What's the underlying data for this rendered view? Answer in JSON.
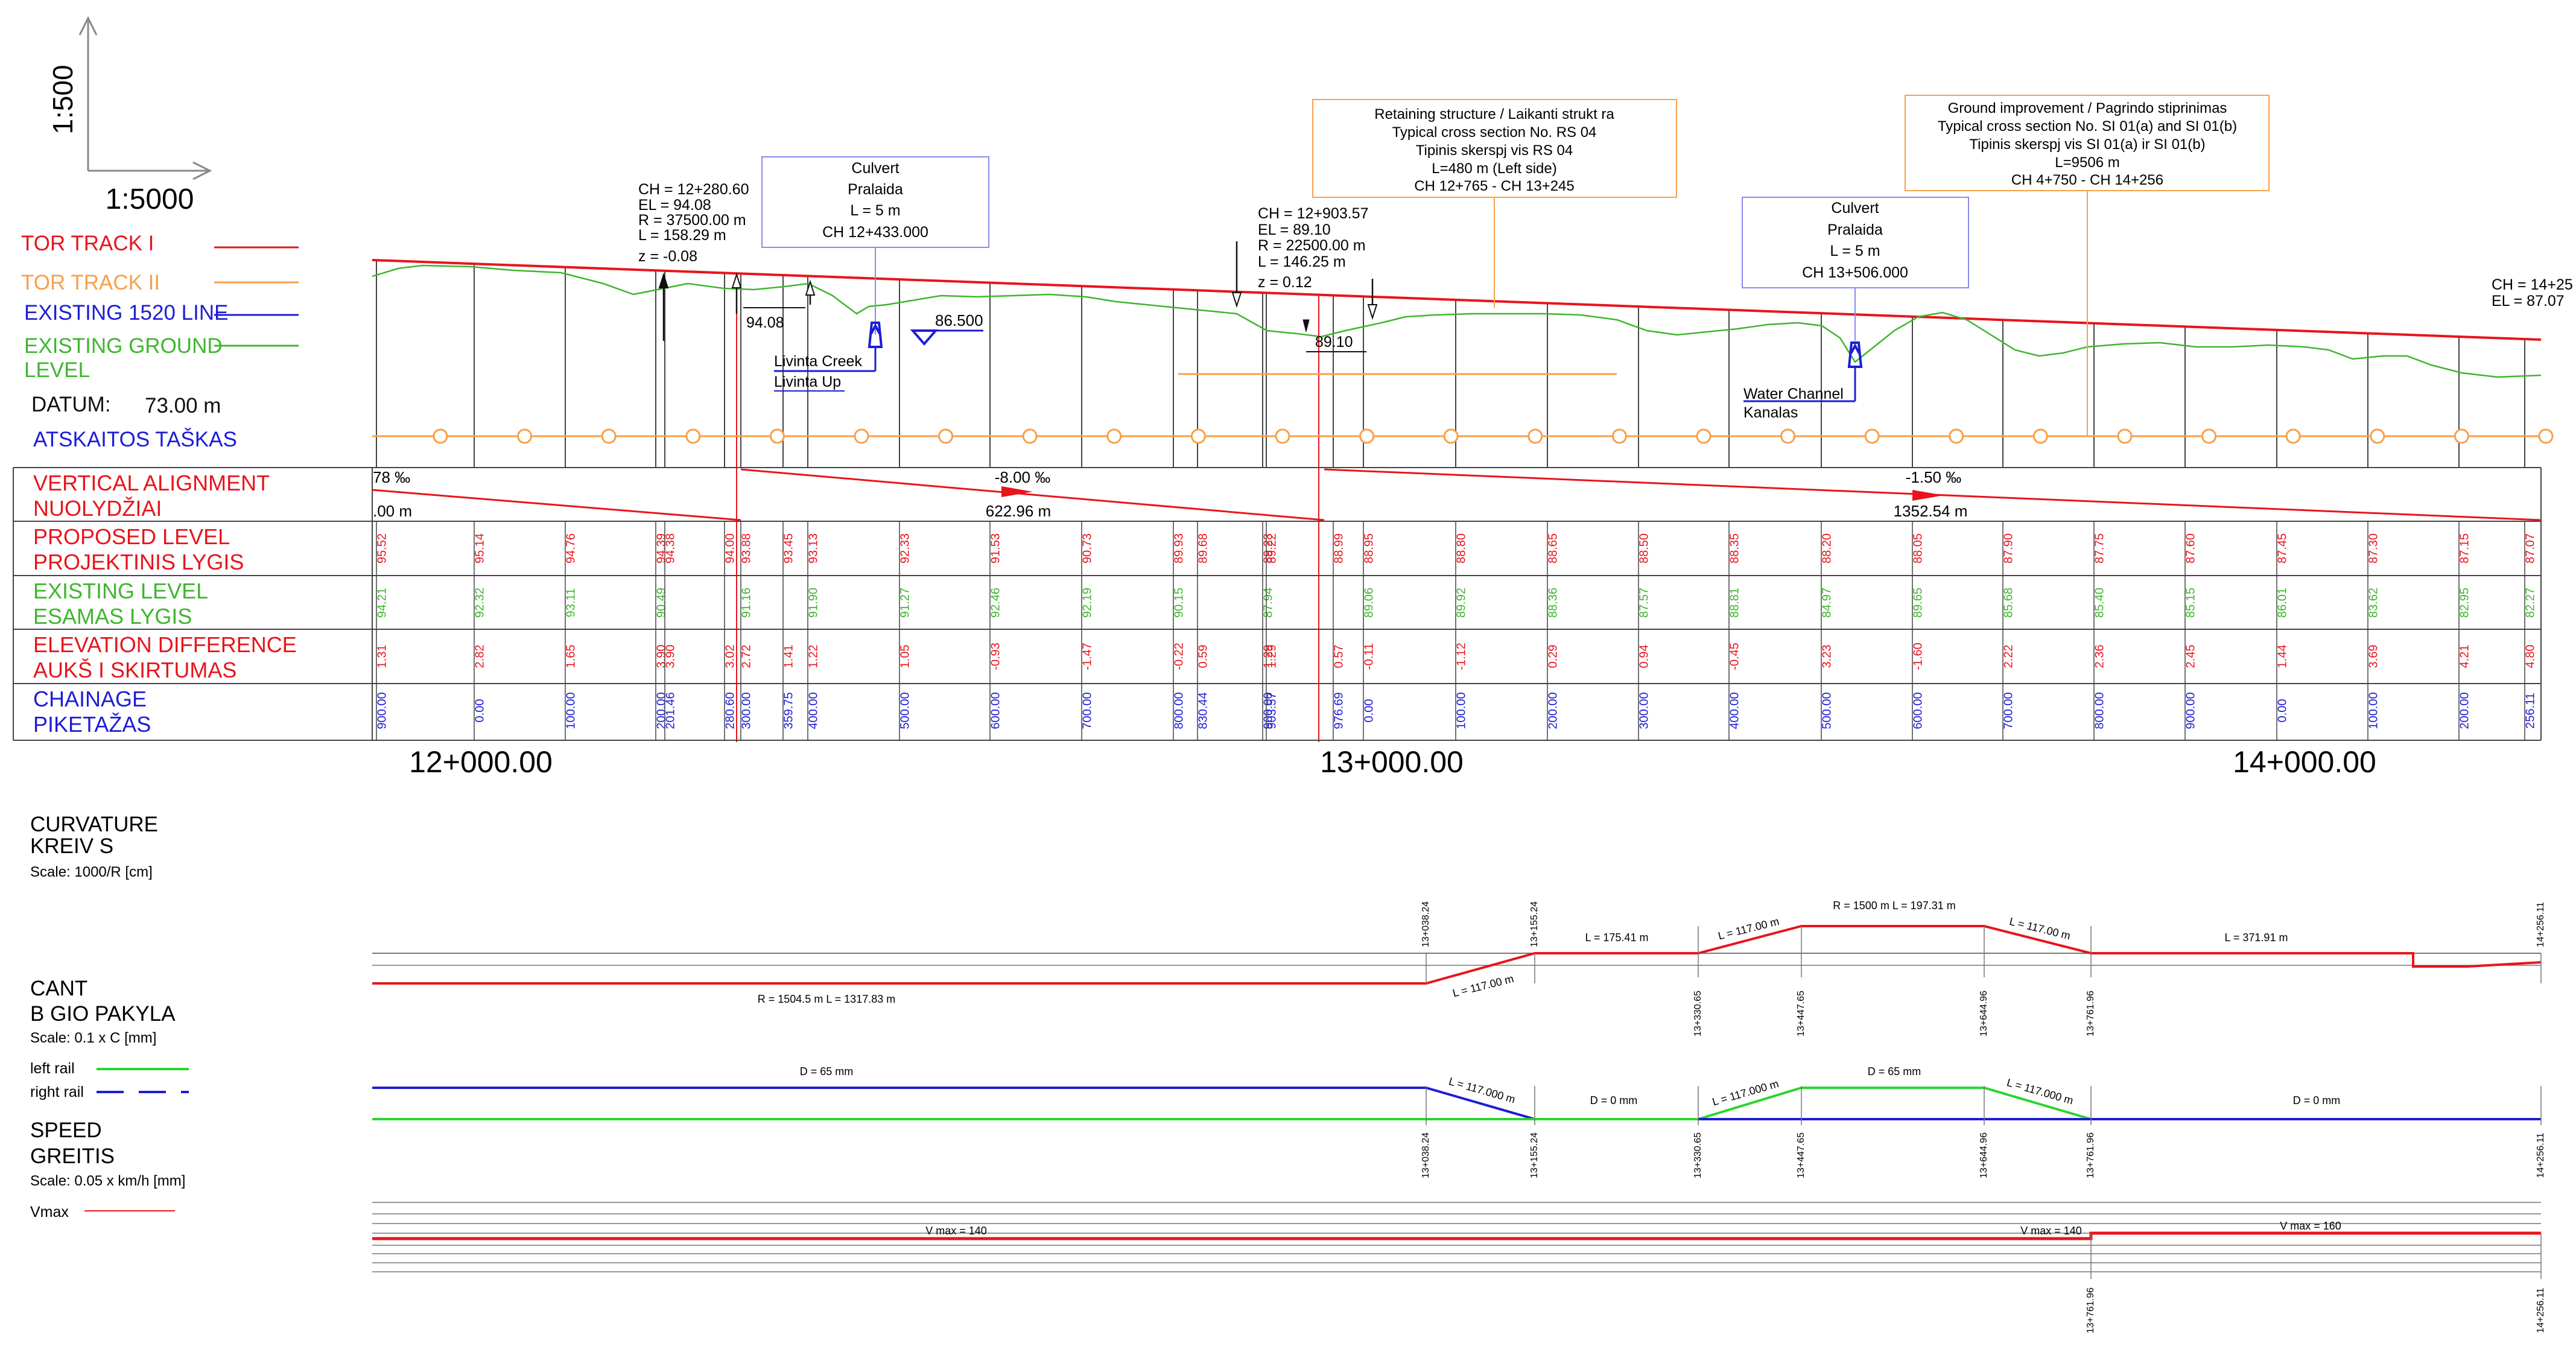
{
  "scale": {
    "vertical": "1:500",
    "horizontal": "1:5000"
  },
  "legend": {
    "tor_track_1": "TOR TRACK I",
    "tor_track_2": "TOR TRACK II",
    "existing_1520": "EXISTING 1520 LINE",
    "existing_ground_1": "EXISTING GROUND",
    "existing_ground_2": "LEVEL",
    "datum_label": "DATUM:",
    "datum_value": "73.00 m",
    "atskaitos": "ATSKAITOS TAŠKAS"
  },
  "colors": {
    "red": "#e8141c",
    "orange": "#f7a04a",
    "blue": "#1d1dd6",
    "green": "#3fb52e",
    "line": "#444444"
  },
  "band_labels": [
    {
      "l1": "VERTICAL ALIGNMENT",
      "l2": "NUOLYDŽIAI",
      "color": "red"
    },
    {
      "l1": "PROPOSED LEVEL",
      "l2": "PROJEKTINIS LYGIS",
      "color": "red"
    },
    {
      "l1": "EXISTING LEVEL",
      "l2": "ESAMAS LYGIS",
      "color": "green"
    },
    {
      "l1": "ELEVATION DIFFERENCE",
      "l2": "AUKŠ   I    SKIRTUMAS",
      "color": "red"
    },
    {
      "l1": "CHAINAGE",
      "l2": "PIKETAŽAS",
      "color": "blue"
    }
  ],
  "vertical_alignment": [
    {
      "grade": "78 ‰",
      "length": ".00 m"
    },
    {
      "grade": "-8.00 ‰",
      "length": "622.96 m"
    },
    {
      "grade": "-1.50 ‰",
      "length": "1352.54 m"
    }
  ],
  "columns": [
    {
      "proposed": "95.52",
      "existing": "94.21",
      "diff": "1.31",
      "chainage": "900.00"
    },
    {
      "proposed": "95.14",
      "existing": "92.32",
      "diff": "2.82",
      "chainage": "0.00"
    },
    {
      "proposed": "94.76",
      "existing": "93.11",
      "diff": "1.65",
      "chainage": "100.00"
    },
    {
      "proposed": "94.39",
      "existing": "90.49",
      "diff": "3.90",
      "chainage": "200.00"
    },
    {
      "proposed": "94.38",
      "existing": "",
      "diff": "3.90",
      "chainage": "201.46"
    },
    {
      "proposed": "94.00",
      "existing": "",
      "diff": "3.02",
      "chainage": "280.60"
    },
    {
      "proposed": "93.88",
      "existing": "91.16",
      "diff": "2.72",
      "chainage": "300.00"
    },
    {
      "proposed": "93.45",
      "existing": "",
      "diff": "1.41",
      "chainage": "359.75"
    },
    {
      "proposed": "93.13",
      "existing": "91.90",
      "diff": "1.22",
      "chainage": "400.00"
    },
    {
      "proposed": "92.33",
      "existing": "91.27",
      "diff": "1.05",
      "chainage": "500.00"
    },
    {
      "proposed": "91.53",
      "existing": "92.46",
      "diff": "-0.93",
      "chainage": "600.00"
    },
    {
      "proposed": "90.73",
      "existing": "92.19",
      "diff": "-1.47",
      "chainage": "700.00"
    },
    {
      "proposed": "89.93",
      "existing": "90.15",
      "diff": "-0.22",
      "chainage": "800.00"
    },
    {
      "proposed": "89.68",
      "existing": "",
      "diff": "0.59",
      "chainage": "830.44"
    },
    {
      "proposed": "89.23",
      "existing": "87.94",
      "diff": "1.29",
      "chainage": "900.00"
    },
    {
      "proposed": "89.22",
      "existing": "",
      "diff": "1.29",
      "chainage": "903.57"
    },
    {
      "proposed": "88.99",
      "existing": "",
      "diff": "0.57",
      "chainage": "976.69"
    },
    {
      "proposed": "88.95",
      "existing": "89.06",
      "diff": "-0.11",
      "chainage": "0.00"
    },
    {
      "proposed": "88.80",
      "existing": "89.92",
      "diff": "-1.12",
      "chainage": "100.00"
    },
    {
      "proposed": "88.65",
      "existing": "88.36",
      "diff": "0.29",
      "chainage": "200.00"
    },
    {
      "proposed": "88.50",
      "existing": "87.57",
      "diff": "0.94",
      "chainage": "300.00"
    },
    {
      "proposed": "88.35",
      "existing": "88.81",
      "diff": "-0.45",
      "chainage": "400.00"
    },
    {
      "proposed": "88.20",
      "existing": "84.97",
      "diff": "3.23",
      "chainage": "500.00"
    },
    {
      "proposed": "88.05",
      "existing": "89.65",
      "diff": "-1.60",
      "chainage": "600.00"
    },
    {
      "proposed": "87.90",
      "existing": "85.68",
      "diff": "2.22",
      "chainage": "700.00"
    },
    {
      "proposed": "87.75",
      "existing": "85.40",
      "diff": "2.36",
      "chainage": "800.00"
    },
    {
      "proposed": "87.60",
      "existing": "85.15",
      "diff": "2.45",
      "chainage": "900.00"
    },
    {
      "proposed": "87.45",
      "existing": "86.01",
      "diff": "1.44",
      "chainage": "0.00"
    },
    {
      "proposed": "87.30",
      "existing": "83.62",
      "diff": "3.69",
      "chainage": "100.00"
    },
    {
      "proposed": "87.15",
      "existing": "82.95",
      "diff": "4.21",
      "chainage": "200.00"
    },
    {
      "proposed": "87.07",
      "existing": "82.27",
      "diff": "4.80",
      "chainage": "256.11"
    }
  ],
  "km_labels": [
    "12+000.00",
    "13+000.00",
    "14+000.00"
  ],
  "vertical_curves": [
    {
      "lines": [
        "CH = 12+280.60",
        "EL = 94.08",
        "R    = 37500.00 m",
        "L     = 158.29 m",
        "z     = -0.08"
      ],
      "level_tag": "94.08"
    },
    {
      "lines": [
        "CH = 12+903.57",
        "EL = 89.10",
        "R    = 22500.00 m",
        "L     = 146.25 m",
        "z     = 0.12"
      ],
      "level_tag": "89.10"
    }
  ],
  "culverts": [
    {
      "lines": [
        "Culvert",
        "Pralaida",
        "L = 5 m",
        "CH 12+433.000"
      ],
      "tag": "86.500"
    },
    {
      "lines": [
        "Culvert",
        "Pralaida",
        "L = 5 m",
        "CH 13+506.000"
      ]
    }
  ],
  "watercourses": [
    {
      "lines": [
        "Livinta Creek",
        "Livinta Up"
      ]
    },
    {
      "lines": [
        "Water Channel",
        "Kanalas"
      ]
    }
  ],
  "retaining_box": [
    "Retaining structure / Laikanti strukt  ra",
    "Typical cross section No. RS 04",
    "Tipinis skerspj  vis RS 04",
    "L=480 m (Left side)",
    "CH 12+765 - CH 13+245"
  ],
  "ground_box": [
    "Ground improvement / Pagrindo stiprinimas",
    "Typical cross section No. SI 01(a) and SI 01(b)",
    "Tipinis skerspj  vis SI 01(a) ir SI 01(b)",
    "L=9506 m",
    "CH 4+750 - CH 14+256"
  ],
  "end_label": [
    "CH = 14+25",
    "EL = 87.07"
  ],
  "curvature": {
    "title1": "CURVATURE",
    "title2": "KREIV   S",
    "scale": "Scale: 1000/R [cm]",
    "ticks": [
      "13+038.24",
      "13+155.24",
      "13+330.65",
      "13+447.65",
      "13+644.96",
      "13+761.96",
      "14+256.11"
    ],
    "labels": {
      "r1": "R = 1504.5 m  L = 1317.83 m",
      "t1": "L = 117.00 m",
      "s1": "L = 175.41 m",
      "t2": "L = 117.00 m",
      "r2": "R = 1500 m  L = 197.31 m",
      "t3": "L = 117.00 m",
      "s2": "L = 371.91 m"
    }
  },
  "cant": {
    "title1": "CANT",
    "title2": "B   GIO PAKYLA",
    "scale": "Scale: 0.1 x C [mm]",
    "left_rail": "left rail",
    "right_rail": "right rail",
    "ticks": [
      "13+038.24",
      "13+155.24",
      "13+330.65",
      "13+447.65",
      "13+644.96",
      "13+761.96",
      "14+256.11"
    ],
    "labels": {
      "d1": "D = 65 mm",
      "t1": "L = 117.000 m",
      "d2": "D = 0 mm",
      "t2": "L = 117.000 m",
      "d3": "D = 65 mm",
      "t3": "L = 117.000 m",
      "d4": "D = 0 mm"
    }
  },
  "speed": {
    "title1": "SPEED",
    "title2": "GREITIS",
    "scale": "Scale: 0.05 x km/h [mm]",
    "vmax_legend": "Vmax",
    "ticks": [
      "13+761.96",
      "14+256.11"
    ],
    "labels": {
      "v1": "V max  = 140",
      "v2": "V max  = 140",
      "v3": "V max  = 160"
    }
  }
}
